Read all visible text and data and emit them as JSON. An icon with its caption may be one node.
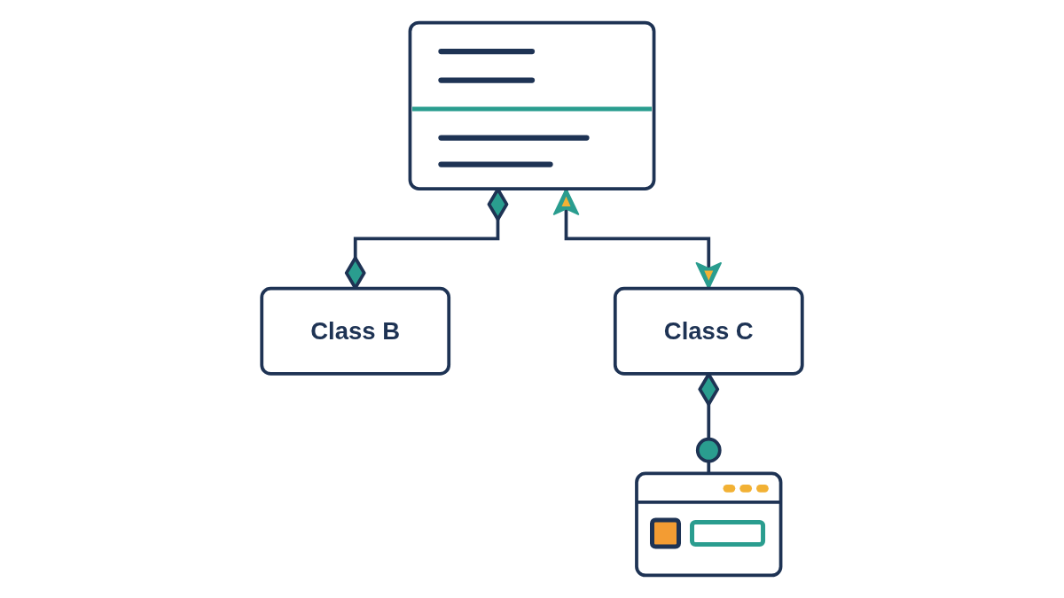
{
  "diagram": {
    "nodes": [
      {
        "text": [],
        "shape": "box"
      },
      {
        "text": [
          "Class B"
        ]
      },
      {
        "text": [
          "Class C"
        ]
      },
      {
        "text": [],
        "shape": "picture"
      }
    ],
    "edges": [
      {
        "from": 0,
        "to": 1,
        "arrow": "other"
      },
      {
        "from": 0,
        "to": 2,
        "arrow": "both"
      },
      {
        "from": 2,
        "to": 3,
        "arrow": "other"
      }
    ]
  }
}
